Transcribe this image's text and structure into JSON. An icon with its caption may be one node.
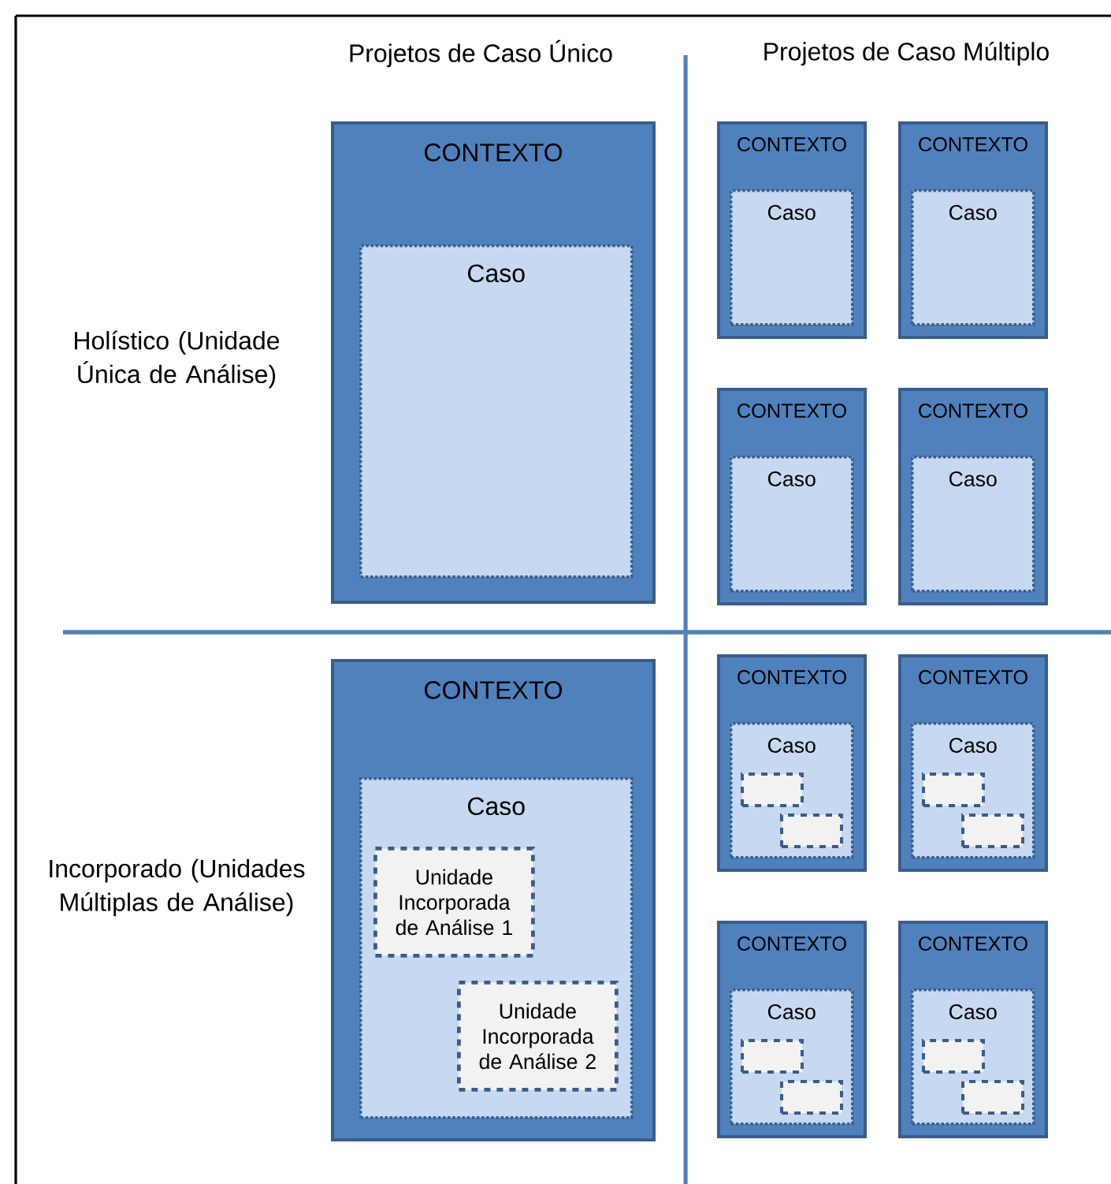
{
  "diagram": {
    "nodes": [
      {
        "text": [
          "CONTEXTO"
        ]
      },
      {
        "text": [
          "Caso"
        ],
        "in": 0
      },
      {
        "text": [
          "CONTEXTO"
        ]
      },
      {
        "text": [
          "Caso"
        ],
        "in": 2
      },
      {
        "text": [
          "CONTEXTO"
        ]
      },
      {
        "text": [
          "Caso"
        ],
        "in": 4
      },
      {
        "text": [
          "CONTEXTO"
        ]
      },
      {
        "text": [
          "Caso"
        ],
        "in": 6
      },
      {
        "text": [
          "CONTEXTO"
        ]
      },
      {
        "text": [
          "Caso"
        ],
        "in": 8
      },
      {
        "text": [
          "CONTEXTO"
        ]
      },
      {
        "text": [
          "Caso"
        ],
        "in": 10
      },
      {
        "text": [
          "Unidade Incorporada de Análise 1"
        ],
        "in": 11
      },
      {
        "text": [
          "Unidade Incorporada de Análise 2"
        ],
        "in": 11
      },
      {
        "text": [
          "CONTEXTO"
        ]
      },
      {
        "text": [
          "Caso"
        ],
        "in": 14
      },
      {
        "text": [],
        "shape": "box",
        "in": 15
      },
      {
        "text": [],
        "shape": "box",
        "in": 15
      },
      {
        "text": [
          "CONTEXTO"
        ]
      },
      {
        "text": [
          "Caso"
        ],
        "in": 18
      },
      {
        "text": [],
        "shape": "box",
        "in": 19
      },
      {
        "text": [],
        "shape": "box",
        "in": 19
      },
      {
        "text": [
          "CONTEXTO"
        ]
      },
      {
        "text": [
          "Caso"
        ],
        "in": 22
      },
      {
        "text": [],
        "shape": "box",
        "in": 23
      },
      {
        "text": [],
        "shape": "box",
        "in": 23
      },
      {
        "text": [
          "CONTEXTO"
        ]
      },
      {
        "text": [
          "Caso"
        ],
        "in": 26
      },
      {
        "text": [],
        "shape": "box",
        "in": 27
      },
      {
        "text": [],
        "shape": "box",
        "in": 27
      }
    ],
    "labels": [
      "Projetos de Caso Único",
      "Projetos de Caso Múltiplo",
      "Holístico (Unidade Única de Análise)",
      "Incorporado (Unidades Múltiplas de Análise)"
    ]
  }
}
